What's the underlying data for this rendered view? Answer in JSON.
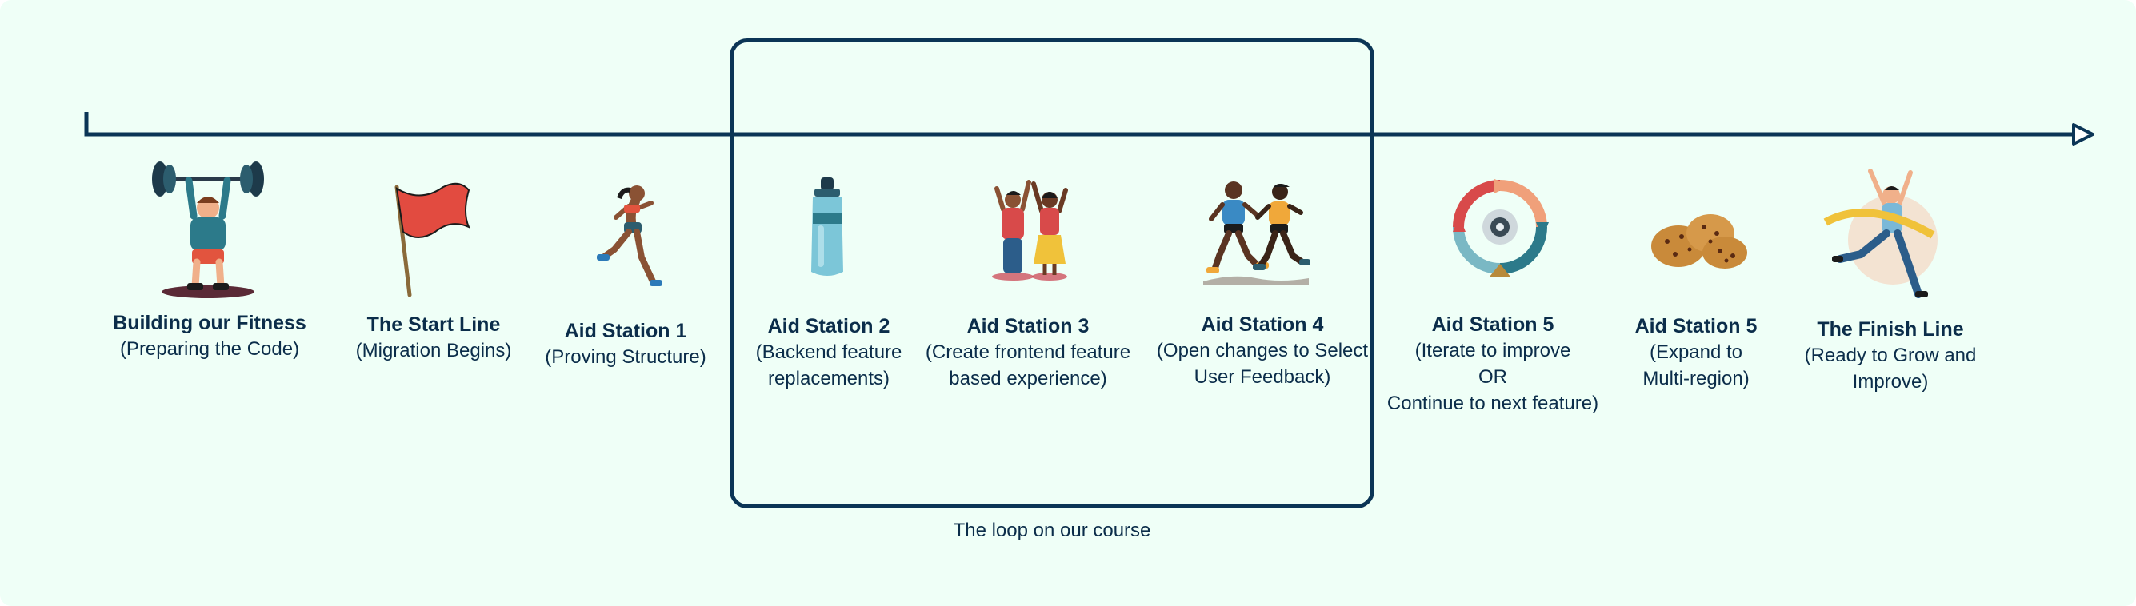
{
  "stages": [
    {
      "title": "Building our Fitness",
      "sub": [
        "(Preparing the Code)"
      ],
      "icon": "weightlifter-icon"
    },
    {
      "title": "The Start Line",
      "sub": [
        "(Migration Begins)"
      ],
      "icon": "red-flag-icon"
    },
    {
      "title": "Aid Station 1",
      "sub": [
        "(Proving Structure)"
      ],
      "icon": "runner-icon"
    },
    {
      "title": "Aid Station 2",
      "sub": [
        "(Backend feature",
        "replacements)"
      ],
      "icon": "water-bottle-icon"
    },
    {
      "title": "Aid Station 3",
      "sub": [
        "(Create frontend feature",
        "based experience)"
      ],
      "icon": "cheering-people-icon"
    },
    {
      "title": "Aid Station 4",
      "sub": [
        "(Open changes to Select",
        "User Feedback)"
      ],
      "icon": "runners-pair-icon"
    },
    {
      "title": "Aid Station 5",
      "sub": [
        "(Iterate to improve",
        "OR",
        "Continue to next feature)"
      ],
      "icon": "cycle-arrows-icon"
    },
    {
      "title": "Aid Station 5",
      "sub": [
        "(Expand to",
        "Multi-region)"
      ],
      "icon": "cookies-icon"
    },
    {
      "title": "The Finish Line",
      "sub": [
        "(Ready to Grow and",
        "Improve)"
      ],
      "icon": "finish-line-runner-icon"
    }
  ],
  "loop_caption": "The loop on our course",
  "colors": {
    "background": "#effff7",
    "line": "#0b3556",
    "text": "#0b2d4a"
  }
}
